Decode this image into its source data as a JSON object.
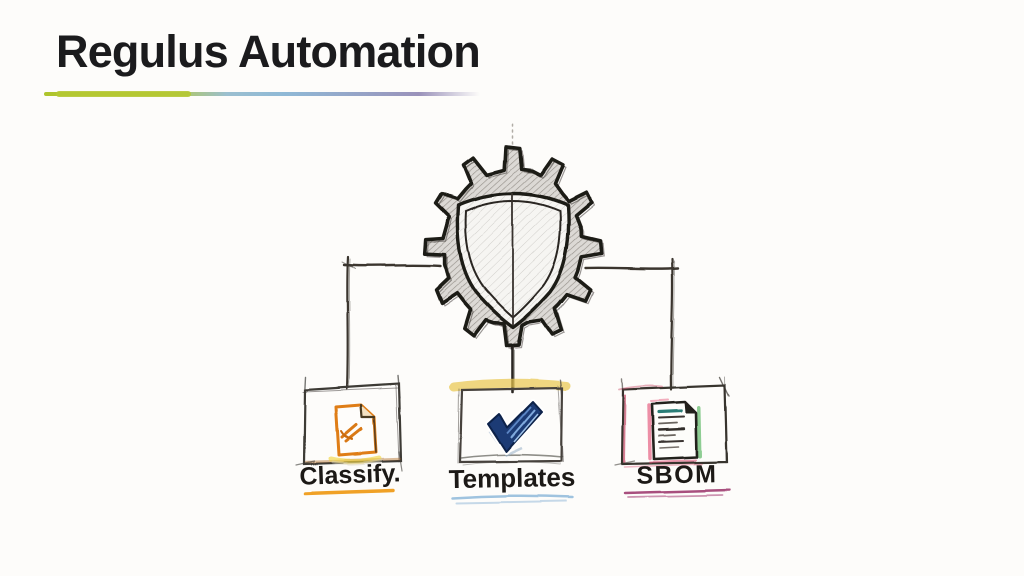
{
  "slide": {
    "title": "Regulus Automation",
    "background": "#fdfcfa",
    "underline_colors": {
      "left": "#b5c832",
      "middle": "#8fb9d6",
      "right": "#9a92ba"
    }
  },
  "diagram": {
    "center_node": {
      "icon": "gear-shield-icon"
    },
    "connector_color": "#3a362f",
    "nodes": [
      {
        "id": "classify",
        "label": "Classify.",
        "icon": "classify-document-icon",
        "accent_color": "#df7d16",
        "underline_color": "#f0a126"
      },
      {
        "id": "templates",
        "label": "Templates",
        "icon": "checkmark-icon",
        "accent_color": "#1c3a74",
        "underline_color": "#9fc3df",
        "highlight_color": "#e8c64d"
      },
      {
        "id": "sbom",
        "label": "SBOM",
        "icon": "sbom-document-icon",
        "accent_color": "#d93a62",
        "underline_color": "#a84f7e"
      }
    ]
  }
}
